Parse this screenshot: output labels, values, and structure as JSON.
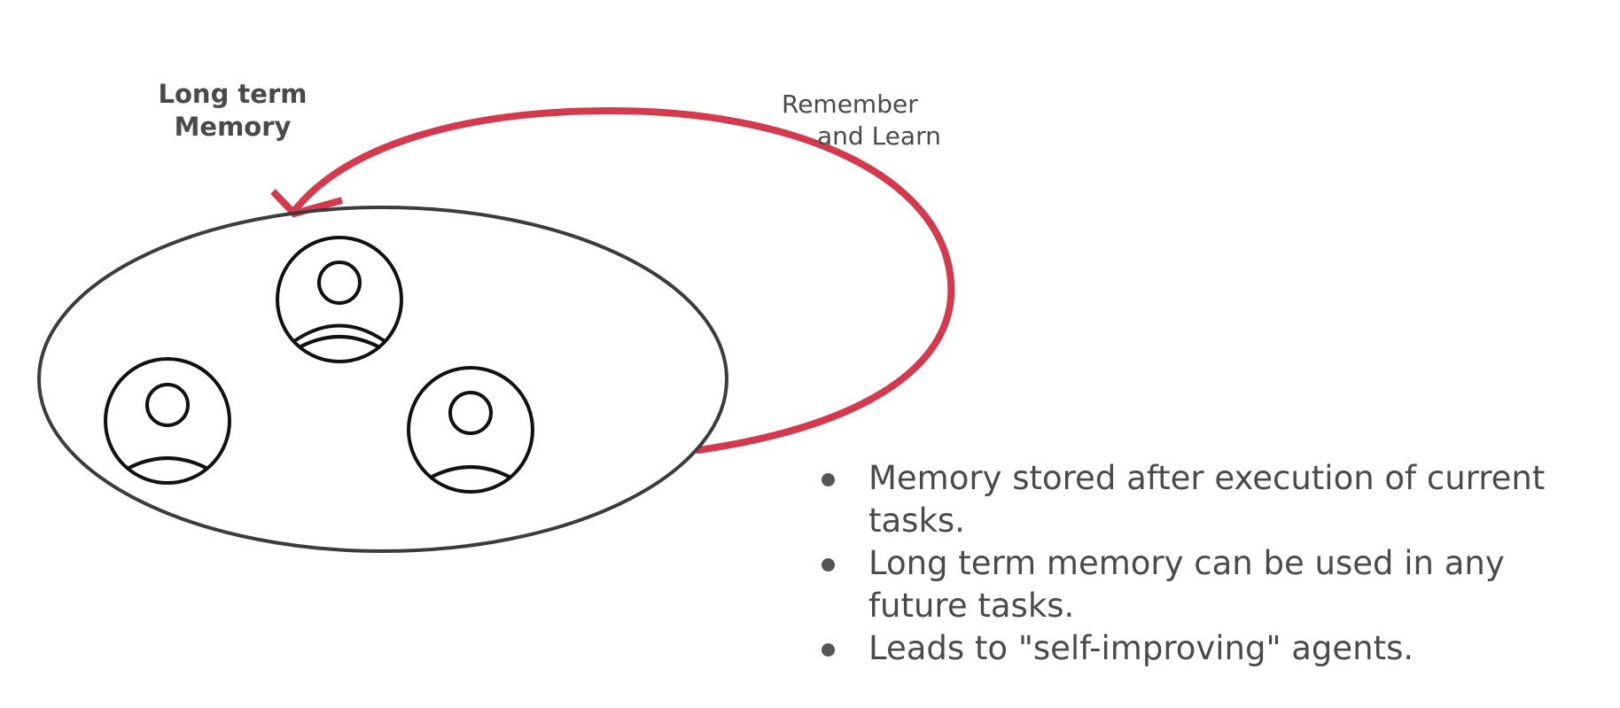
{
  "title": {
    "line1": "Long term",
    "line2": "Memory"
  },
  "arrow_label": {
    "line1": "Remember",
    "line2": "and Learn"
  },
  "bullets": [
    {
      "text": "Memory stored after execution of current tasks."
    },
    {
      "text": "Long term memory can be used in any future tasks."
    },
    {
      "text": "Leads to \"self-improving\" agents."
    }
  ],
  "icons": [
    "user-icon",
    "user-icon",
    "user-icon"
  ],
  "colors": {
    "arrow": "#d33a4e",
    "outline": "#3c3c3c",
    "text": "#4a4a4a"
  }
}
